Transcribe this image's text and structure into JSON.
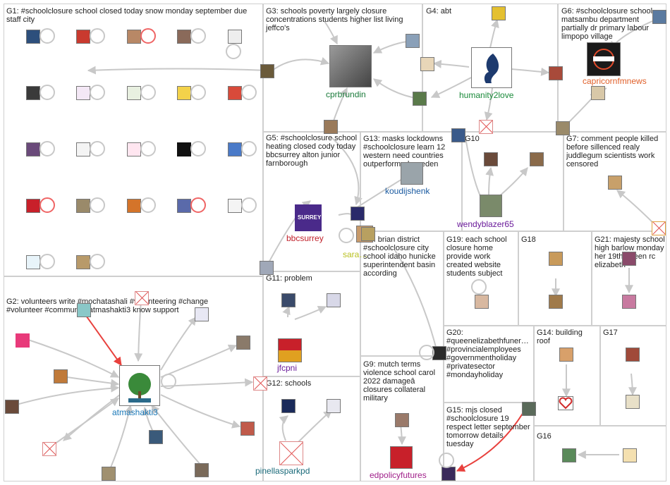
{
  "colors": {
    "edge": "#c8c8c8",
    "edge_red": "#e8413d",
    "box_border": "#cfcfcf",
    "text": "#222222"
  },
  "groups": [
    {
      "id": "G1",
      "label": "G1: #schoolclosure school closed today snow monday september due staff city"
    },
    {
      "id": "G2",
      "label": "G2: volunteers write #mochatashali #volunteering #change #volunteer #community atmashakti3 know support"
    },
    {
      "id": "G3",
      "label": "G3: schools poverty largely closure concentrations students higher list living jeffco's"
    },
    {
      "id": "G4",
      "label": "G4: abt"
    },
    {
      "id": "G5",
      "label": "G5: #schoolclosure school heating closed cody today bbcsurrey alton junior farnborough"
    },
    {
      "id": "G6",
      "label": "G6: #schoolclosure school matsambu department partially dr primary labour limpopo village"
    },
    {
      "id": "G7",
      "label": "G7: comment people killed before sillenced realy juddlegum scientists work censored"
    },
    {
      "id": "G8",
      "label": "G8: brian district #schoolclosure city school idaho hunicke superintendent basin according"
    },
    {
      "id": "G9",
      "label": "G9: mutch terms violence school carol 2022 damageâ closures collateral military"
    },
    {
      "id": "G10",
      "label": "G10"
    },
    {
      "id": "G11",
      "label": "G11: problem"
    },
    {
      "id": "G12",
      "label": "G12: schools"
    },
    {
      "id": "G13",
      "label": "G13: masks lockdowns #schoolclosure learn 12 western need countries outperformed sweden"
    },
    {
      "id": "G14",
      "label": "G14: building roof"
    },
    {
      "id": "G15",
      "label": "G15: mjs closed #schoolclosure 19 respect letter september tomorrow details tuesday"
    },
    {
      "id": "G16",
      "label": "G16"
    },
    {
      "id": "G17",
      "label": "G17"
    },
    {
      "id": "G18",
      "label": "G18"
    },
    {
      "id": "G19",
      "label": "G19: each school closure home provide work created website students subject"
    },
    {
      "id": "G20",
      "label": "G20: #queenelizabethfuner… #provincialemployees #governmentholiday #privatesector #mondayholiday"
    },
    {
      "id": "G21",
      "label": "G21: majesty school high barlow monday her 19th queen rc elizabeth"
    }
  ],
  "node_labels": [
    {
      "id": "cprbrundin",
      "text": "cprbrundin",
      "color": "#1a7a3a"
    },
    {
      "id": "humanity2love",
      "text": "humanity2love",
      "color": "#1a8a3a"
    },
    {
      "id": "capricornfmnews",
      "text": "capricornfmnews",
      "color": "#e0602a"
    },
    {
      "id": "koudijshenk",
      "text": "koudijshenk",
      "color": "#1a5aa0"
    },
    {
      "id": "wendyblazer65",
      "text": "wendyblazer65",
      "color": "#6a1a9a"
    },
    {
      "id": "bbcsurrey",
      "text": "bbcsurrey",
      "color": "#c0202a"
    },
    {
      "id": "sara",
      "text": "sara…",
      "color": "#b8c020"
    },
    {
      "id": "atmashakti3",
      "text": "atmashakti3",
      "color": "#1a78b8"
    },
    {
      "id": "jfcpni",
      "text": "jfcpni",
      "color": "#6a1a9a"
    },
    {
      "id": "pinellasparkpd",
      "text": "pinellasparkpd",
      "color": "#1a6a7a"
    },
    {
      "id": "edpolicyfutures",
      "text": "edpolicyfutures",
      "color": "#a0208a"
    }
  ]
}
